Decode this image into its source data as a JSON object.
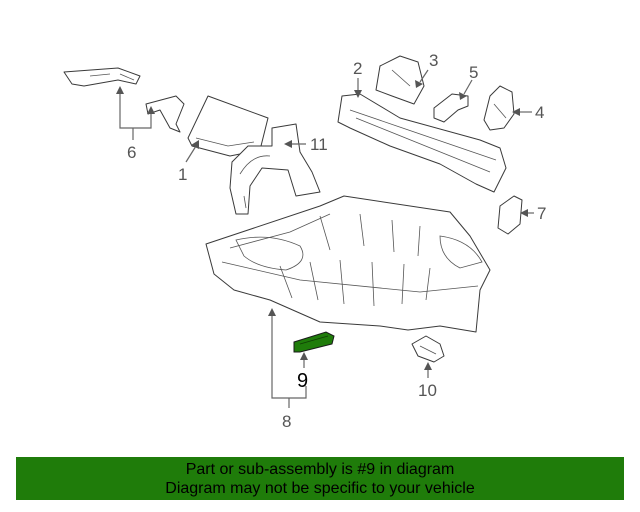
{
  "callouts": {
    "c1": "1",
    "c2": "2",
    "c3": "3",
    "c4": "4",
    "c5": "5",
    "c6": "6",
    "c7": "7",
    "c8": "8",
    "c9": "9",
    "c10": "10",
    "c11": "11"
  },
  "highlight_color": "#1f7c0a",
  "highlighted_part": "9",
  "banner": {
    "line1": "Part or sub-assembly is #9 in diagram",
    "line2": "Diagram may not be specific to your vehicle"
  }
}
